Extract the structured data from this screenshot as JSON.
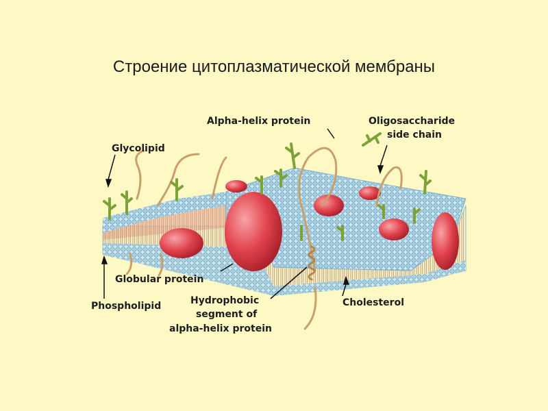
{
  "slide": {
    "title": "Строение цитоплазматической мембраны"
  },
  "labels": {
    "glycolipid": "Glycolipid",
    "alpha_helix_protein": "Alpha-helix protein",
    "oligosaccharide_line1": "Oligosaccharide",
    "oligosaccharide_line2": "side chain",
    "globular_protein": "Globular protein",
    "phospholipid": "Phospholipid",
    "hydrophobic_line1": "Hydrophobic",
    "hydrophobic_line2": "segment of",
    "hydrophobic_line3": "alpha-helix protein",
    "cholesterol": "Cholesterol"
  },
  "colors": {
    "background": "#fdf8c4",
    "membrane_heads": "#a9d3e6",
    "protein": "#e2444e",
    "sugar_chain": "#8fb04a",
    "tail": "#c9a06a"
  }
}
